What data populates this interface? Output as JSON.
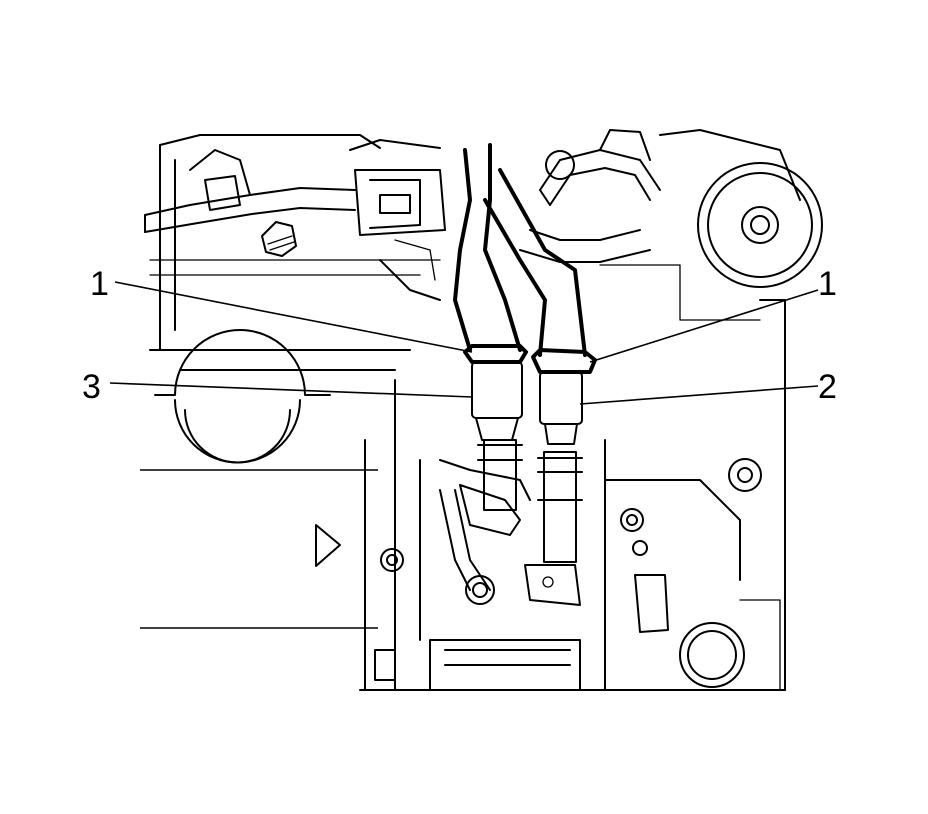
{
  "callouts": [
    {
      "id": "1",
      "label": "1"
    },
    {
      "id": "1b",
      "label": "1"
    },
    {
      "id": "2",
      "label": "2"
    },
    {
      "id": "3",
      "label": "3"
    }
  ],
  "parts": {
    "upper_left_hose": "hose",
    "clamp_left": "clamp",
    "clamp_right": "clamp",
    "hose_left": "hose",
    "hose_right": "hose",
    "oil_filter": "oil-filter",
    "fill_cap": "cap",
    "arrow": "triangle-arrow"
  }
}
